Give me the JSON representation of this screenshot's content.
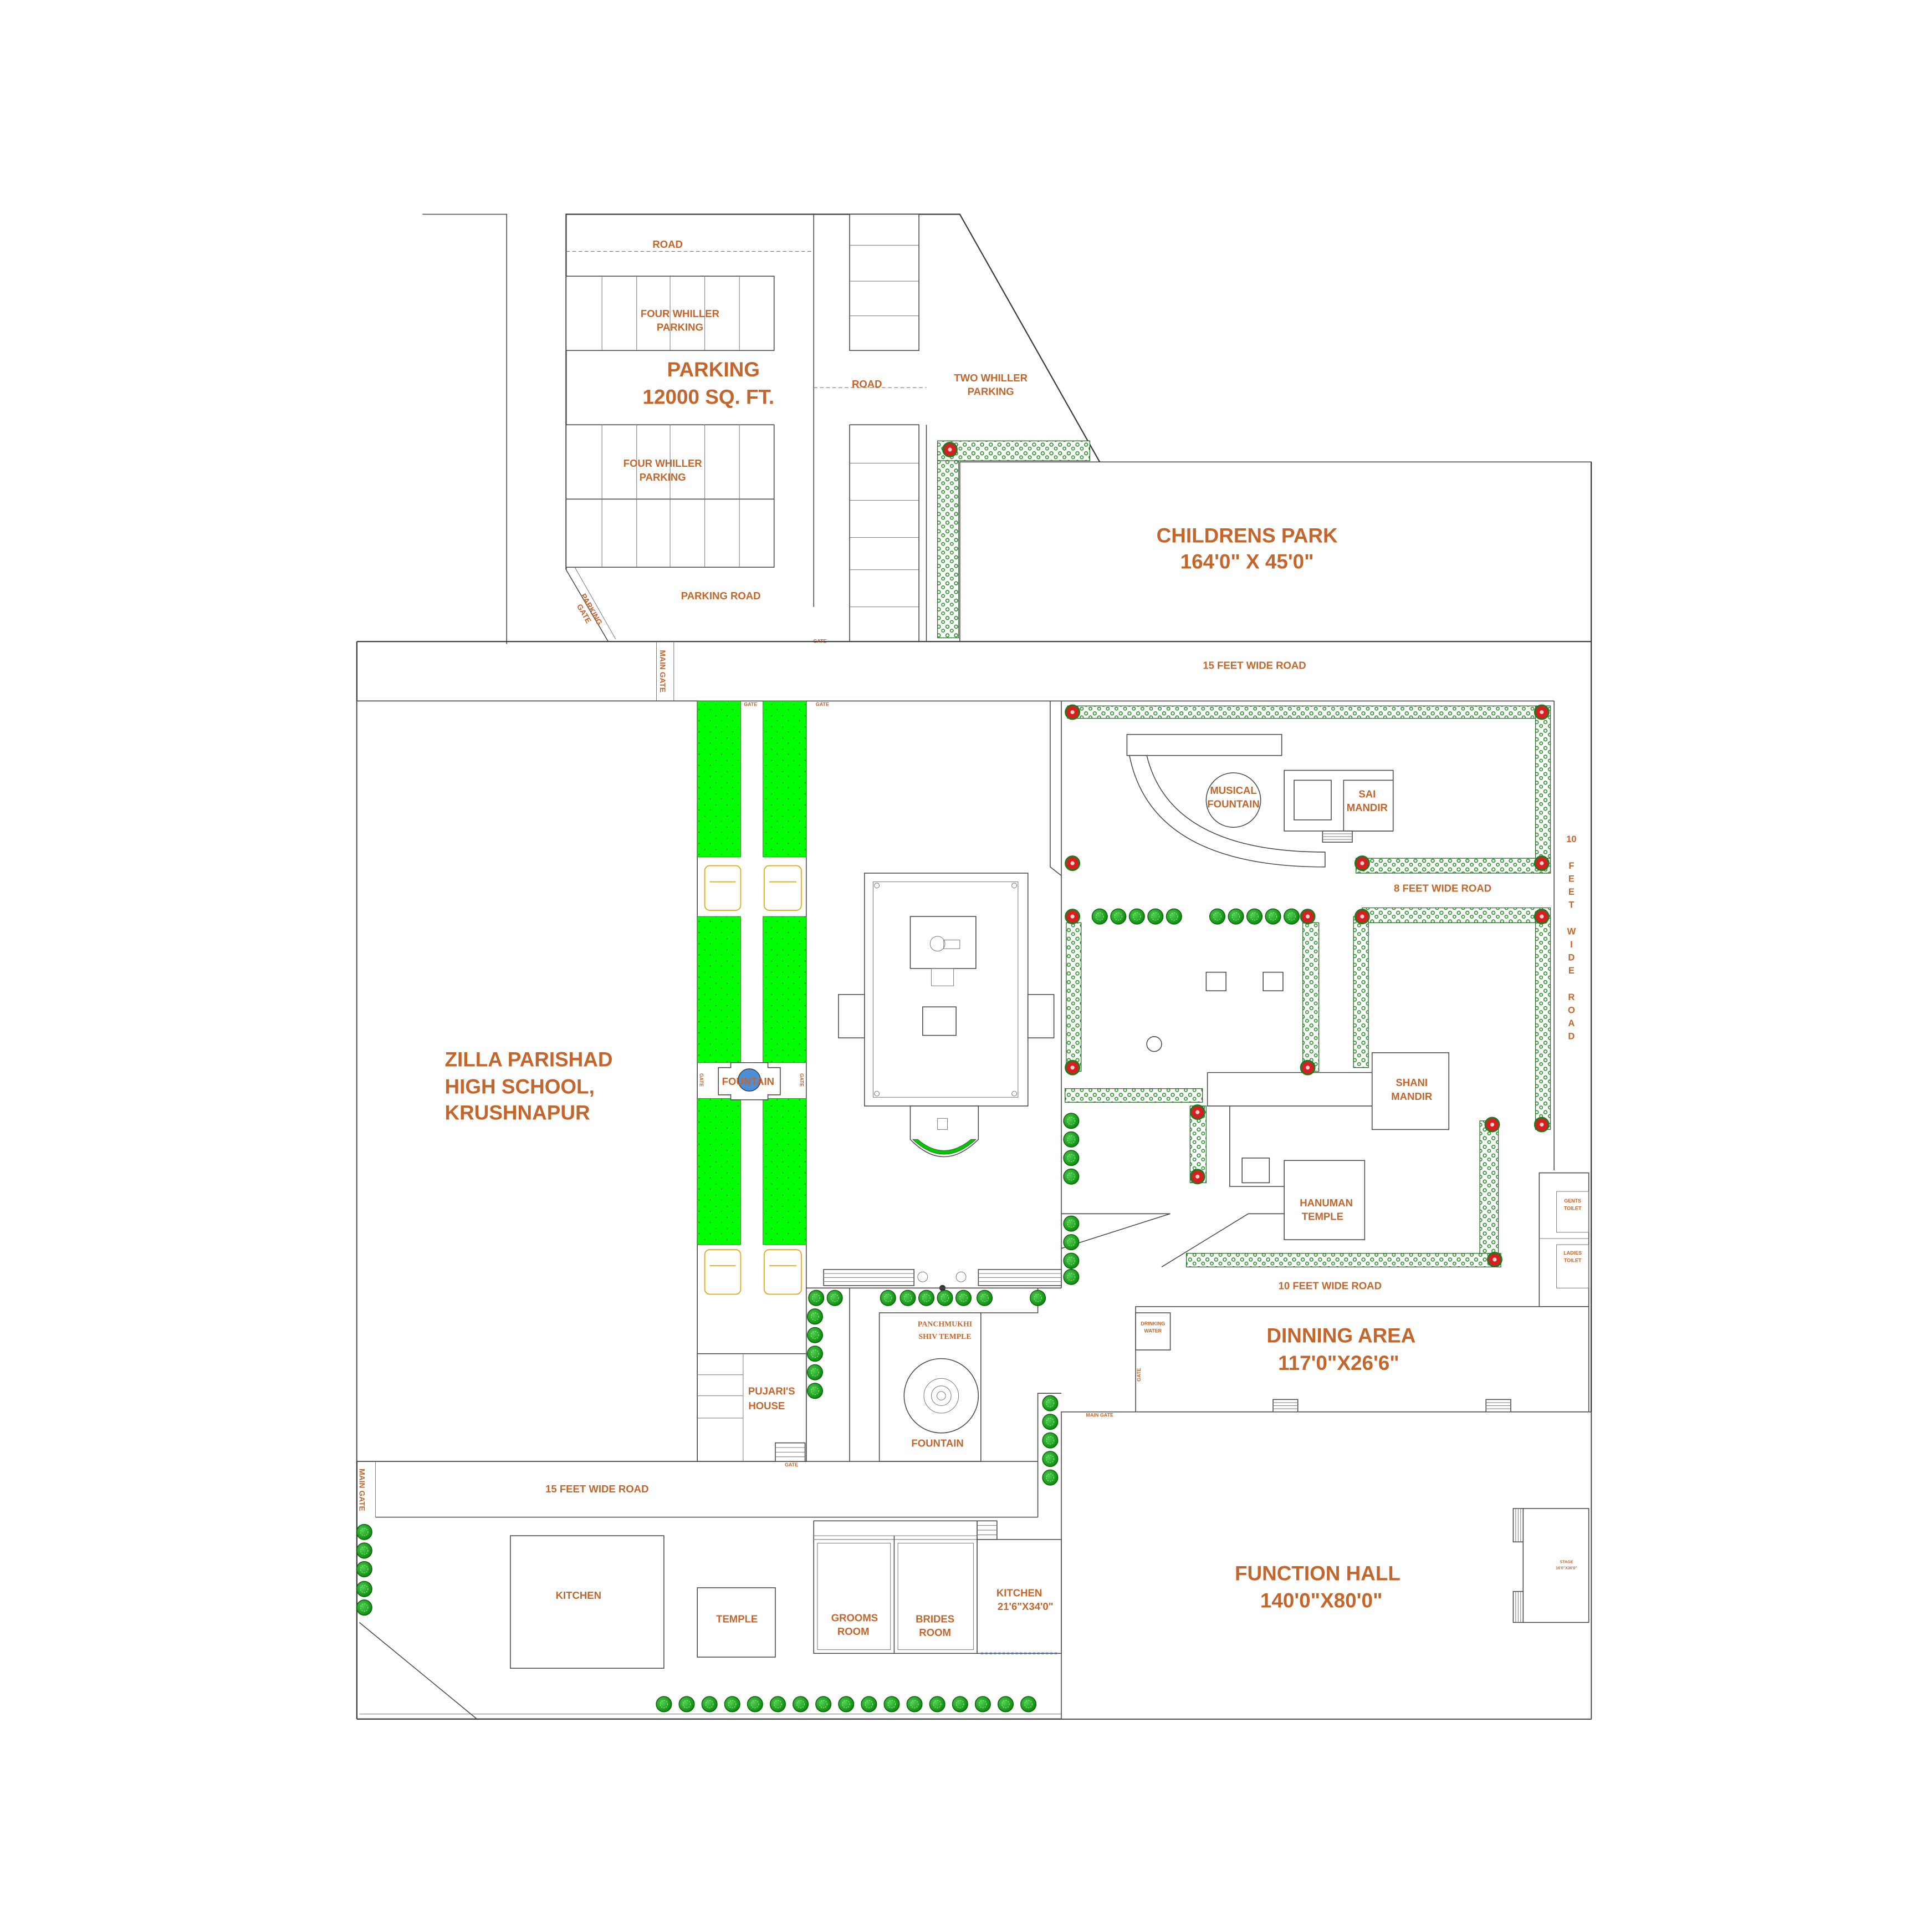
{
  "colors": {
    "label": "#C4652C",
    "lawn": "#00FF00",
    "tree": "#16A316",
    "flower": "#D42020",
    "water": "#4A8FD8",
    "bench": "#E0B02E"
  },
  "parking": {
    "road_top": "ROAD",
    "four_wheeler_upper": [
      "FOUR WHILLER",
      "PARKING"
    ],
    "title": "PARKING",
    "area": "12000 SQ. FT.",
    "road_mid": "ROAD",
    "two_wheeler": [
      "TWO WHILLER",
      "PARKING"
    ],
    "four_wheeler_lower": [
      "FOUR WHILLER",
      "PARKING"
    ],
    "parking_road": "PARKING ROAD",
    "parking_gate": [
      "PARKING",
      "GATE"
    ],
    "gate": "GATE"
  },
  "childrens_park": {
    "title": "CHILDRENS PARK",
    "size": "164'0\" X 45'0\""
  },
  "roads": {
    "top": "15 FEET WIDE ROAD",
    "bottom": "15 FEET WIDE ROAD",
    "right_vertical": "10 FEET WIDE ROAD",
    "eight_feet": "8 FEET WIDE ROAD",
    "ten_feet": "10 FEET WIDE ROAD"
  },
  "gates": {
    "main_gate_top": "MAIN GATE",
    "main_gate_bottom": "MAIN GATE",
    "main_gate_hall": "MAIN GATE",
    "lawn_top_left": "GATE",
    "lawn_top_right": "GATE",
    "fountain_left": "GATE",
    "fountain_right": "GATE",
    "pujari": "GATE",
    "dining": "GATE"
  },
  "school": [
    "ZILLA PARISHAD",
    "HIGH SCHOOL,",
    "KRUSHNAPUR"
  ],
  "lawn_fountain": "FOUNTAIN",
  "musical_fountain": [
    "MUSICAL",
    "FOUNTAIN"
  ],
  "sai_mandir": [
    "SAI",
    "MANDIR"
  ],
  "shani_mandir": [
    "SHANI",
    "MANDIR"
  ],
  "hanuman_temple": [
    "HANUMAN",
    "TEMPLE"
  ],
  "toilets": {
    "gents": [
      "GENTS",
      "TOILET"
    ],
    "ladies": [
      "LADIES",
      "TOILET"
    ]
  },
  "dining": {
    "title": "DINNING AREA",
    "size": "117'0\"X26'6\"",
    "drinking_water": [
      "DRINKING",
      "WATER"
    ]
  },
  "function_hall": {
    "title": "FUNCTION HALL",
    "size": "140'0\"X80'0\"",
    "stage": [
      "STAGE",
      "16'0\"X30'0\""
    ]
  },
  "pujari_house": [
    "PUJARI'S",
    "HOUSE"
  ],
  "shiv_temple": {
    "title": [
      "PANCHMUKHI",
      "SHIV TEMPLE"
    ],
    "fountain": "FOUNTAIN"
  },
  "kitchen_main": "KITCHEN",
  "temple": "TEMPLE",
  "grooms_room": [
    "GROOMS",
    "ROOM"
  ],
  "brides_room": [
    "BRIDES",
    "ROOM"
  ],
  "kitchen_small": {
    "title": "KITCHEN",
    "size": "21'6\"X34'0\""
  }
}
